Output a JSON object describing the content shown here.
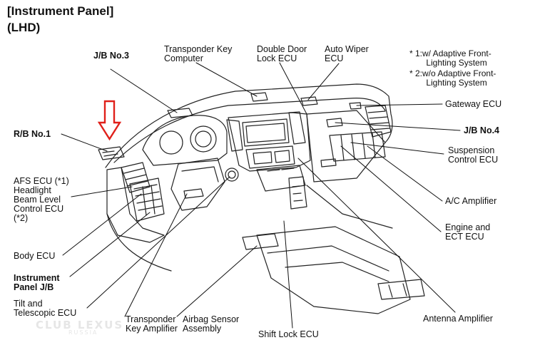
{
  "header": {
    "title_line1": "[Instrument Panel]",
    "title_line2": "(LHD)"
  },
  "labels": {
    "jb3": "J/B No.3",
    "transponder_key_computer": "Transponder Key\nComputer",
    "double_door_lock_ecu": "Double Door\nLock ECU",
    "auto_wiper_ecu": "Auto Wiper\nECU",
    "note1": "* 1:w/ Adaptive Front-\n       Lighting System",
    "note2": "* 2:w/o Adaptive Front-\n       Lighting System",
    "gateway_ecu": "Gateway ECU",
    "rb1": "R/B No.1",
    "jb4": "J/B No.4",
    "suspension_control_ecu": "Suspension\nControl ECU",
    "afs_ecu": "AFS ECU (*1)\nHeadlight\nBeam Level\nControl ECU\n(*2)",
    "ac_amplifier": "A/C Amplifier",
    "engine_ect_ecu": "Engine and\nECT ECU",
    "body_ecu": "Body ECU",
    "instrument_panel_jb": "Instrument\nPanel J/B",
    "tilt_telescopic_ecu": "Tilt and\nTelescopic ECU",
    "transponder_key_amplifier": "Transponder\nKey Amplifier",
    "airbag_sensor_assembly": "Airbag Sensor\nAssembly",
    "shift_lock_ecu": "Shift Lock ECU",
    "antenna_amplifier": "Antenna Amplifier"
  },
  "watermark": {
    "line1": "CLUB LEXUS",
    "line2": "RUSSIA"
  },
  "colors": {
    "pointer_arrow": "#e0201a",
    "line": "#111111",
    "watermark": "#e6e6e6"
  }
}
